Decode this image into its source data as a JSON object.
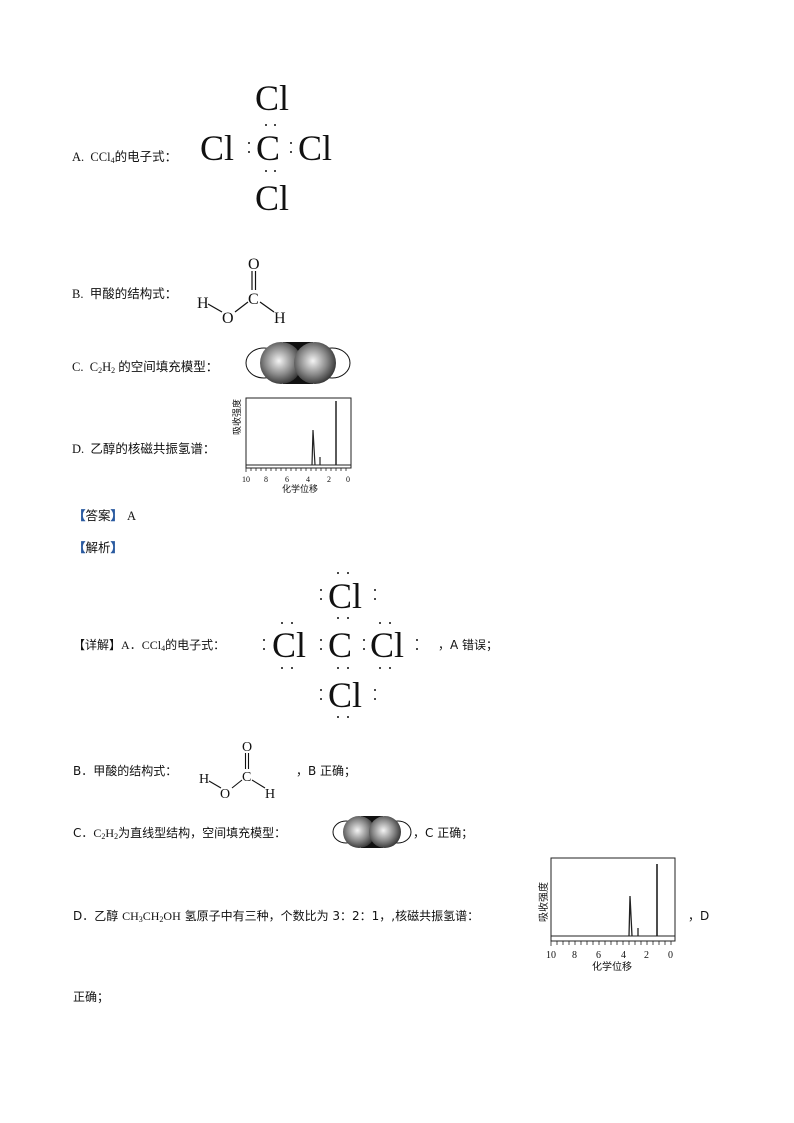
{
  "options": {
    "a": {
      "label": "A.",
      "formula_prefix": "CCl",
      "formula_sub": "4",
      "text": "的电子式：",
      "lewis": {
        "center": "C",
        "top": "Cl",
        "bottom": "Cl",
        "left": "Cl",
        "right": "Cl"
      }
    },
    "b": {
      "label": "B.",
      "text": "甲酸的结构式：",
      "structure": {
        "O_top": "O",
        "C": "C",
        "H_left": "H",
        "O": "O",
        "H_right": "H"
      }
    },
    "c": {
      "label": "C.",
      "formula_c": "C",
      "sub1": "2",
      "formula_h": "H",
      "sub2": "2",
      "text": "的空间填充模型："
    },
    "d": {
      "label": "D.",
      "text": "乙醇的核磁共振氢谱："
    }
  },
  "answer": {
    "open": "【",
    "label": "答案",
    "close": "】",
    "value": "A"
  },
  "analysis": {
    "open": "【",
    "label": "解析",
    "close": "】"
  },
  "detail": {
    "open": "【",
    "label": "详解",
    "close": "】",
    "a": {
      "prefix": "A．",
      "formula_prefix": "CCl",
      "formula_sub": "4",
      "text": "的电子式：",
      "suffix": "，A 错误；",
      "lewis": {
        "center": "C",
        "top": "Cl",
        "bottom": "Cl",
        "left": "Cl",
        "right": "Cl"
      }
    },
    "b": {
      "prefix": "B．甲酸的结构式：",
      "suffix": "，B 正确；"
    },
    "c": {
      "prefix": "C．",
      "formula_c": "C",
      "sub1": "2",
      "formula_h": "H",
      "sub2": "2",
      "text": "为直线型结构，空间填充模型：",
      "suffix": "，C 正确；"
    },
    "d": {
      "prefix": "D．乙醇 ",
      "f1": "CH",
      "s1": "3",
      "f2": "CH",
      "s2": "2",
      "f3": "OH",
      "text": " 氢原子中有三种，个数比为 3：2：1，,核磁共振氢谱：",
      "suffix": "，D",
      "continuation": "正确；"
    }
  },
  "chart_data": {
    "type": "bar",
    "title": "乙醇的核磁共振氢谱",
    "xlabel": "化学位移",
    "ylabel": "吸收强度",
    "x_ticks": [
      "10",
      "8",
      "6",
      "4",
      "2",
      "0"
    ],
    "xlim": [
      10,
      0
    ],
    "categories": [
      "3.2",
      "2.6",
      "1.1"
    ],
    "values": [
      2,
      1,
      3
    ],
    "relative_heights": [
      0.5,
      0.12,
      0.92
    ],
    "grid": false
  }
}
